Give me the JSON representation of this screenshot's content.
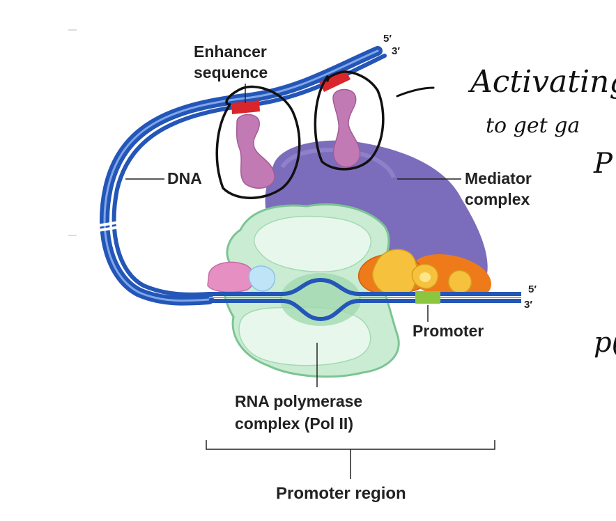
{
  "labels": {
    "enhancer_line1": "Enhancer",
    "enhancer_line2": "sequence",
    "dna": "DNA",
    "mediator_line1": "Mediator",
    "mediator_line2": "complex",
    "promoter": "Promoter",
    "polymerase_line1": "RNA polymerase",
    "polymerase_line2": "complex (Pol II)",
    "promoter_region": "Promoter region",
    "top_5prime": "5′",
    "top_3prime": "3′",
    "right_5prime": "5′",
    "right_3prime": "3′"
  },
  "handwriting": {
    "line1": "Activating R",
    "line2": "to get ga",
    "line3": "P",
    "line4": "p("
  },
  "colors": {
    "dna_blue": "#2456b8",
    "dna_light": "#7fa6e8",
    "enhancer_red": "#d9262c",
    "activator_pink": "#c27ab5",
    "mediator_purple": "#7b6dbb",
    "polymerase_green": "#c9ecd3",
    "promoter_green": "#8cc63f",
    "factor_orange": "#ef7a1a",
    "factor_yellow": "#f6c23e",
    "factor_pink": "#e58fc2",
    "factor_lightblue": "#bfe3f7",
    "ink": "#111111"
  }
}
